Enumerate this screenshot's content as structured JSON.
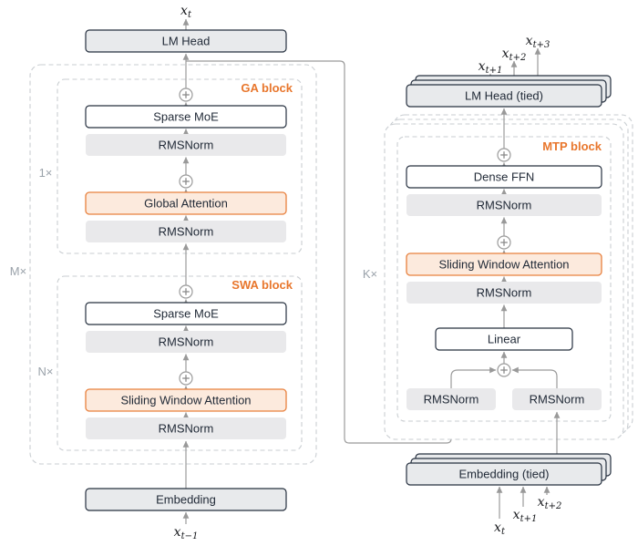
{
  "colors": {
    "accent_orange": "#E8762C",
    "orange_fill": "#FCEADD",
    "dark_border": "#26303F",
    "gray_fill": "#E8EAEC",
    "line_gray": "#9B9B9B"
  },
  "main_model": {
    "output_token": {
      "base": "x",
      "sub": "t"
    },
    "lm_head_label": "LM Head",
    "outer_multiplier": "M×",
    "ga_block": {
      "title": "GA block",
      "multiplier": "1×",
      "sparse_moe_label": "Sparse MoE",
      "rmsnorm_upper_label": "RMSNorm",
      "global_attention_label": "Global Attention",
      "rmsnorm_lower_label": "RMSNorm"
    },
    "swa_block": {
      "title": "SWA block",
      "multiplier": "N×",
      "sparse_moe_label": "Sparse MoE",
      "rmsnorm_upper_label": "RMSNorm",
      "sliding_window_attention_label": "Sliding Window Attention",
      "rmsnorm_lower_label": "RMSNorm"
    },
    "embedding_label": "Embedding",
    "input_token": {
      "base": "x",
      "sub": "t−1"
    }
  },
  "mtp_module": {
    "multiplier": "K×",
    "lm_head_label": "LM Head (tied)",
    "output_tokens": [
      {
        "base": "x",
        "sub": "t+1"
      },
      {
        "base": "x",
        "sub": "t+2"
      },
      {
        "base": "x",
        "sub": "t+3"
      }
    ],
    "mtp_block": {
      "title": "MTP block",
      "dense_ffn_label": "Dense FFN",
      "rmsnorm_upper_label": "RMSNorm",
      "sliding_window_attention_label": "Sliding Window Attention",
      "rmsnorm_mid_label": "RMSNorm",
      "linear_label": "Linear",
      "rmsnorm_left_label": "RMSNorm",
      "rmsnorm_right_label": "RMSNorm"
    },
    "embedding_label": "Embedding (tied)",
    "input_tokens": [
      {
        "base": "x",
        "sub": "t"
      },
      {
        "base": "x",
        "sub": "t+1"
      },
      {
        "base": "x",
        "sub": "t+2"
      }
    ]
  }
}
